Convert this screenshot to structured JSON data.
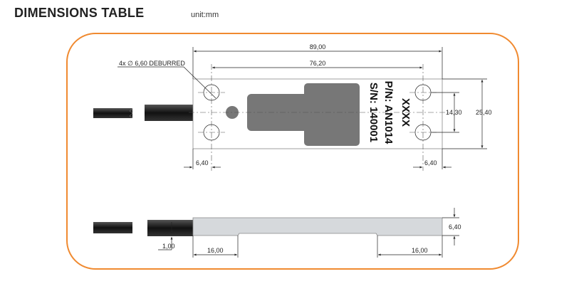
{
  "header": {
    "title": "DIMENSIONS TABLE",
    "unit": "unit:mm"
  },
  "colors": {
    "frame": "#f08a30",
    "plate": "#d6d9dc",
    "label": "#777777",
    "cable": "#1a1a1a"
  },
  "top_view": {
    "overall_length": "89,00",
    "hole_spacing_x": "76,20",
    "hole_note": "4x ∅ 6,60 DEBURRED",
    "width": "25,40",
    "hole_spacing_y": "14,30",
    "edge_left": "6,40",
    "edge_right": "6,40",
    "marking": {
      "logo": "XXXX",
      "part_number": "P/N: AN1014",
      "serial_number": "S/N: 140001"
    }
  },
  "side_view": {
    "thickness": "6,40",
    "step": "1,00",
    "end_left": "16,00",
    "end_right": "16,00"
  }
}
